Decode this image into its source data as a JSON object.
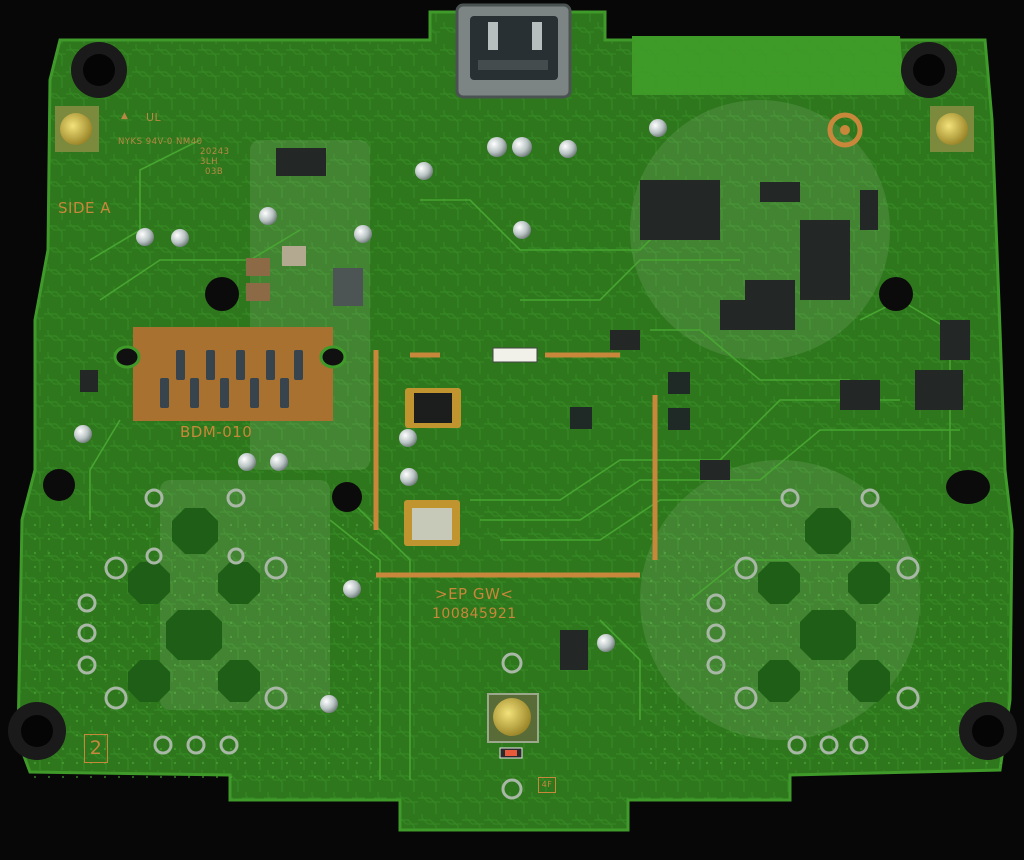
{
  "board": {
    "silkscreen": {
      "side_label": "SIDE A",
      "connector_label": "BDM-010",
      "ep_label": ">EP GW<",
      "part_number": "100845921",
      "fab_line1": "NYKS 94V-0 NM40",
      "fab_line2": "20243",
      "fab_line3": "3LH",
      "fab_line4": "03B",
      "side_number": "2",
      "small_badge": "4F",
      "ul_mark": "UL",
      "warn_mark": "▲"
    },
    "colors": {
      "substrate": "#2f7a1e",
      "trace": "#3f9a2a",
      "silk": "#c8873a",
      "pad": "#bcc4c0",
      "background": "#070707"
    }
  }
}
